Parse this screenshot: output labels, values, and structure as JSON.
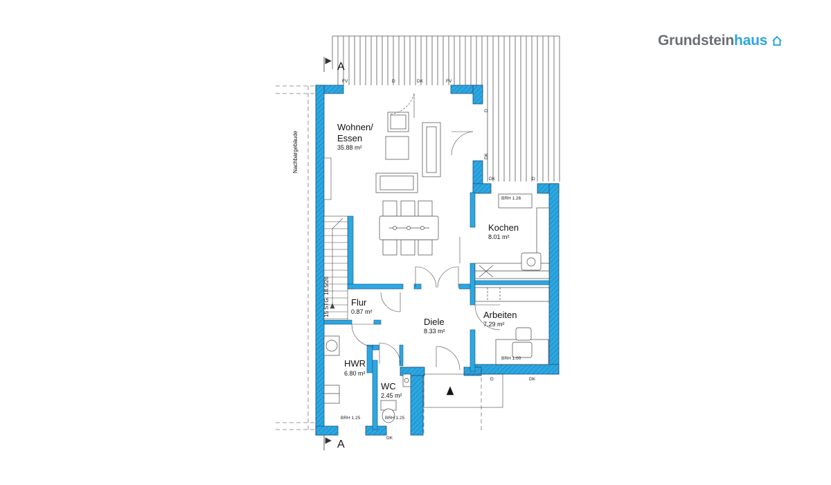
{
  "brand": {
    "name_part1": "Grundstein",
    "name_part2": "haus",
    "icon": "house-outline-icon",
    "color_gray": "#6b6e72",
    "color_blue": "#2ca6e0"
  },
  "colors": {
    "wall_fill": "#2ba8e2",
    "wall_outline": "#1a4f7a",
    "line": "#3a3a3a"
  },
  "section_marker": {
    "top": "A",
    "bottom": "A"
  },
  "neighbor_label": "Nachbargebäude",
  "stair_label": "15 STG. 18.5/26",
  "rooms": {
    "wohnen": {
      "name_line1": "Wohnen/",
      "name_line2": "Essen",
      "area": "35.88 m²"
    },
    "kochen": {
      "name": "Kochen",
      "area": "8.01 m²"
    },
    "flur": {
      "name": "Flur",
      "area": "0.87 m²"
    },
    "diele": {
      "name": "Diele",
      "area": "8.33 m²"
    },
    "arbeiten": {
      "name": "Arbeiten",
      "area": "7.29 m²"
    },
    "hwr": {
      "name": "HWR",
      "area": "6.80 m²"
    },
    "wc": {
      "name": "WC",
      "area": "2.45 m²"
    }
  },
  "window_tags": {
    "fv_left": "FV",
    "d_top": "D",
    "dk_top": "DK",
    "fv_right": "FV",
    "d_right": "D",
    "dk_right": "DK",
    "dk_kochen": "DK",
    "d_kochen": "D",
    "d_arbeiten": "D",
    "dk_arbeiten": "DK",
    "dk_wc": "DK",
    "brh_kochen": "BRH 1.26",
    "brh_arbeiten": "BRH 1.00",
    "brh_hwr": "BRH 1.25",
    "brh_wc": "BRH 1.25"
  }
}
